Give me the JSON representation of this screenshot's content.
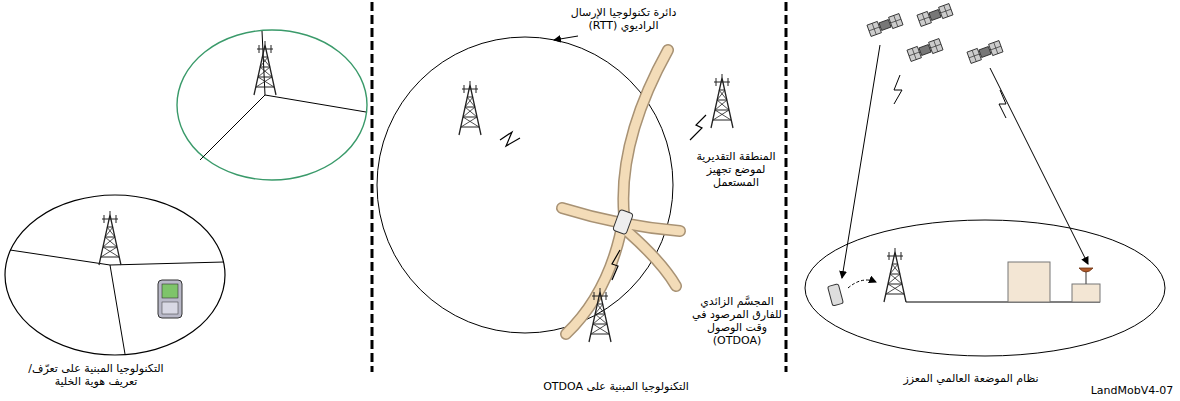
{
  "diagram": {
    "labels": [
      "التكنولوجيا المبنية على تعرّف/تعريف هوية الخلية",
      "دائرة تكنولوجيا الإرسال الراديوي (RTT)",
      "المنطقة التقديرية لموضع تجهيز المستعمل",
      "المجسَّم الزائدي للفارق المرصود في وقت الوصول (OTDOA)",
      "التكنولوجيا المبنية على OTDOA",
      "نظام الموضعة العالمي المعزز",
      "LandMobV4-07"
    ]
  }
}
